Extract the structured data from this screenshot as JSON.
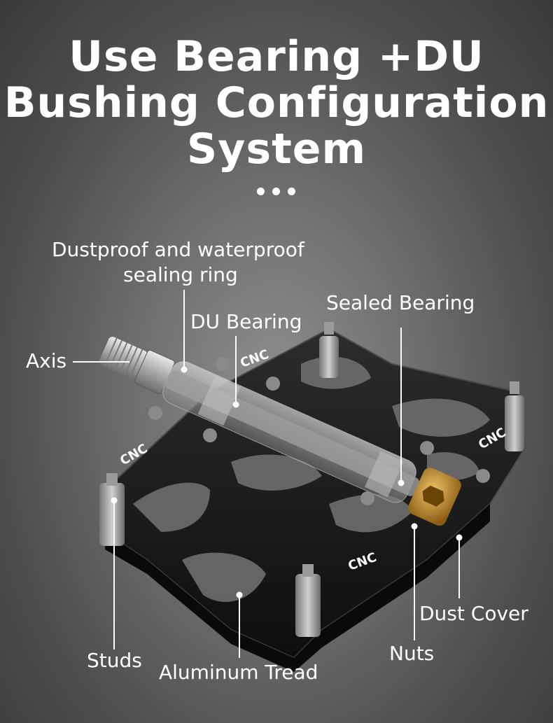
{
  "title_lines": [
    "Use Bearing +DU",
    "Bushing Configuration",
    "System"
  ],
  "labels": {
    "dustproof": "Dustproof and waterproof",
    "dustproof_2": "sealing ring",
    "du_bearing": "DU Bearing",
    "sealed_bearing": "Sealed Bearing",
    "axis": "Axis",
    "studs": "Studs",
    "aluminum_tread": "Aluminum Tread",
    "nuts": "Nuts",
    "dust_cover": "Dust Cover"
  },
  "brand_marks": [
    "CNC",
    "CNC",
    "CNC",
    "CNC"
  ],
  "colors": {
    "pedal_body": "#1a1a1a",
    "axle_metal": "#b8b8b8",
    "dust_cover": "#c9922e",
    "text": "#ffffff"
  }
}
